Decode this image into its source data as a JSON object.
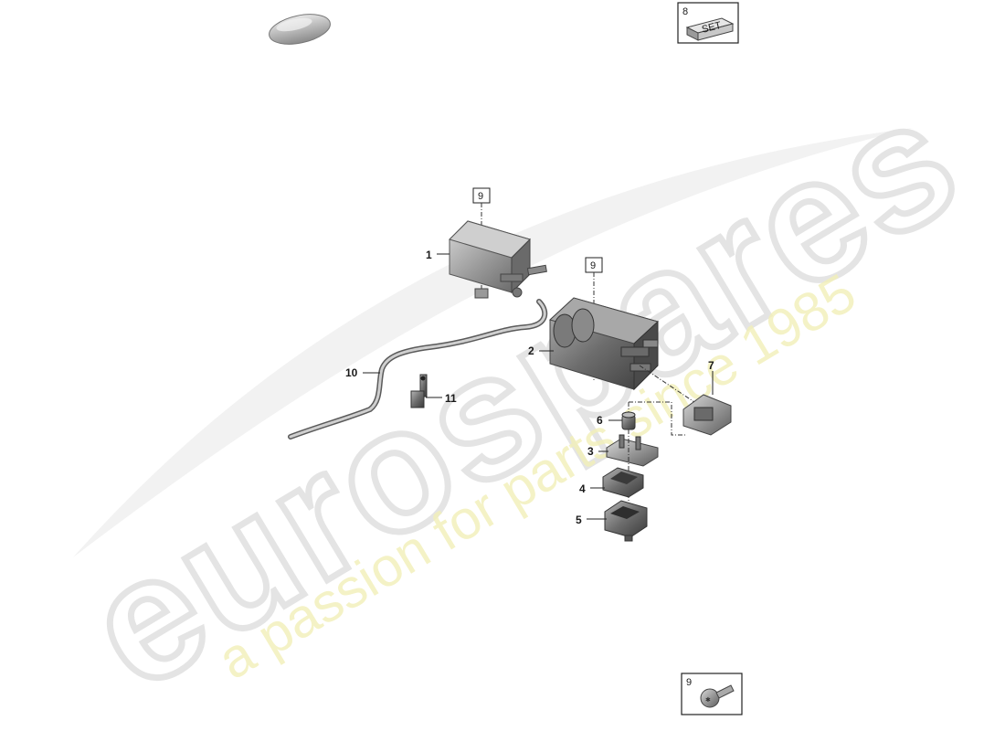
{
  "watermark": {
    "brand": "eurospares",
    "slogan": "a passion for parts since 1985"
  },
  "callouts": [
    {
      "id": "1",
      "name": "carbon-canister-small"
    },
    {
      "id": "2",
      "name": "carbon-canister-large"
    },
    {
      "id": "3",
      "name": "bracket"
    },
    {
      "id": "4",
      "name": "rubber-mount"
    },
    {
      "id": "5",
      "name": "holder"
    },
    {
      "id": "6",
      "name": "grommet"
    },
    {
      "id": "7",
      "name": "electrical-connector"
    },
    {
      "id": "10",
      "name": "vent-line"
    },
    {
      "id": "11",
      "name": "clip"
    }
  ],
  "reference_boxes": [
    {
      "id": "9",
      "name": "screw-ref-top"
    },
    {
      "id": "9",
      "name": "screw-ref-middle"
    }
  ],
  "legend_boxes": {
    "set": {
      "number": "8",
      "text": "SET"
    },
    "screw": {
      "number": "9"
    }
  }
}
